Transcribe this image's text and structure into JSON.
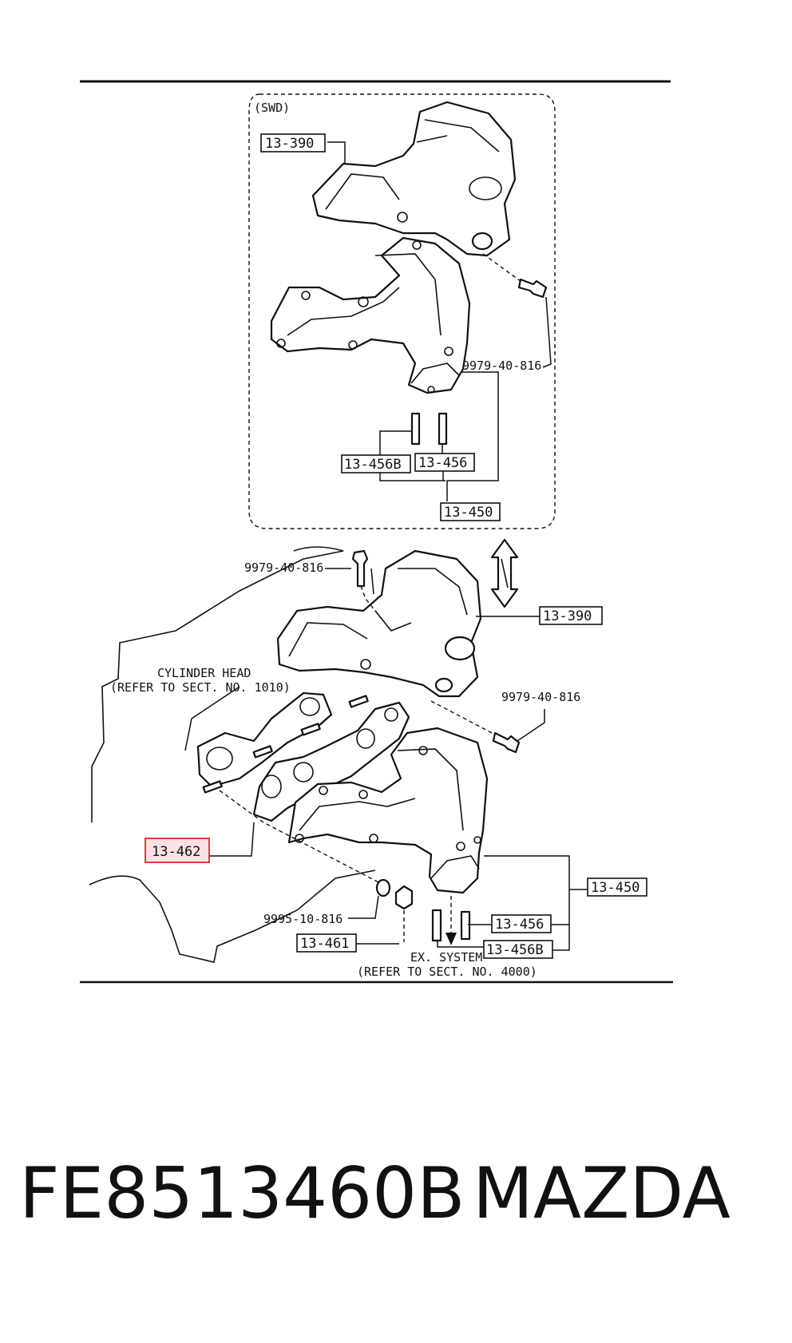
{
  "variant_tag": "(SWD)",
  "labels": {
    "heat_insulator_swd": "13-390",
    "bolt_swd": "9979-40-816",
    "stud_b_swd": "13-456B",
    "stud_swd": "13-456",
    "manifold_swd": "13-450",
    "bolt_top": "9979-40-816",
    "heat_insulator": "13-390",
    "bolt_right": "9979-40-816",
    "gasket": "13-462",
    "manifold": "13-450",
    "stud": "13-456",
    "stud_b": "13-456B",
    "washer": "9995-10-816",
    "nut": "13-461"
  },
  "notes": {
    "cylinder_head_line1": "CYLINDER HEAD",
    "cylinder_head_line2": "(REFER TO SECT. NO. 1010)",
    "ex_system_line1": "EX. SYSTEM",
    "ex_system_line2": "(REFER TO SECT. NO. 4000)"
  },
  "highlighted_label": "13-462",
  "highlight_color": "#e03a45",
  "footer": {
    "part_number": "FE8513460B",
    "brand": "MAZDA"
  }
}
